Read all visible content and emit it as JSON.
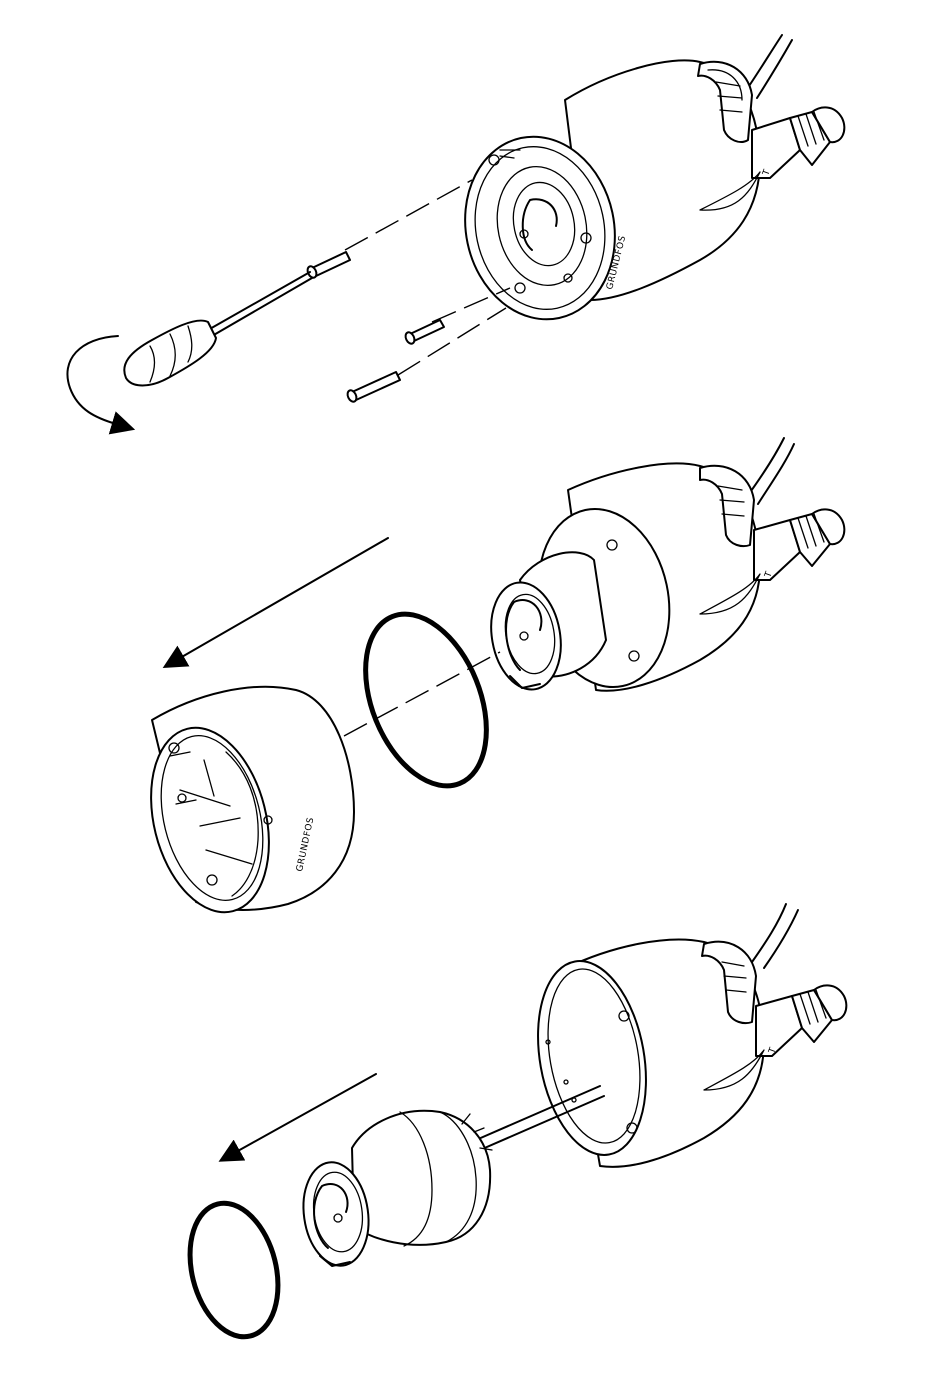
{
  "diagram": {
    "steps": [
      {
        "id": "step-1-remove-screws"
      },
      {
        "id": "step-2-remove-cover-and-oring"
      },
      {
        "id": "step-3-pull-out-motor-and-oring"
      }
    ],
    "product_labels": [
      "GRUNDFOS",
      "GRUNDFOS",
      "T"
    ],
    "colors": {
      "line": "#000000",
      "background": "#ffffff"
    }
  }
}
